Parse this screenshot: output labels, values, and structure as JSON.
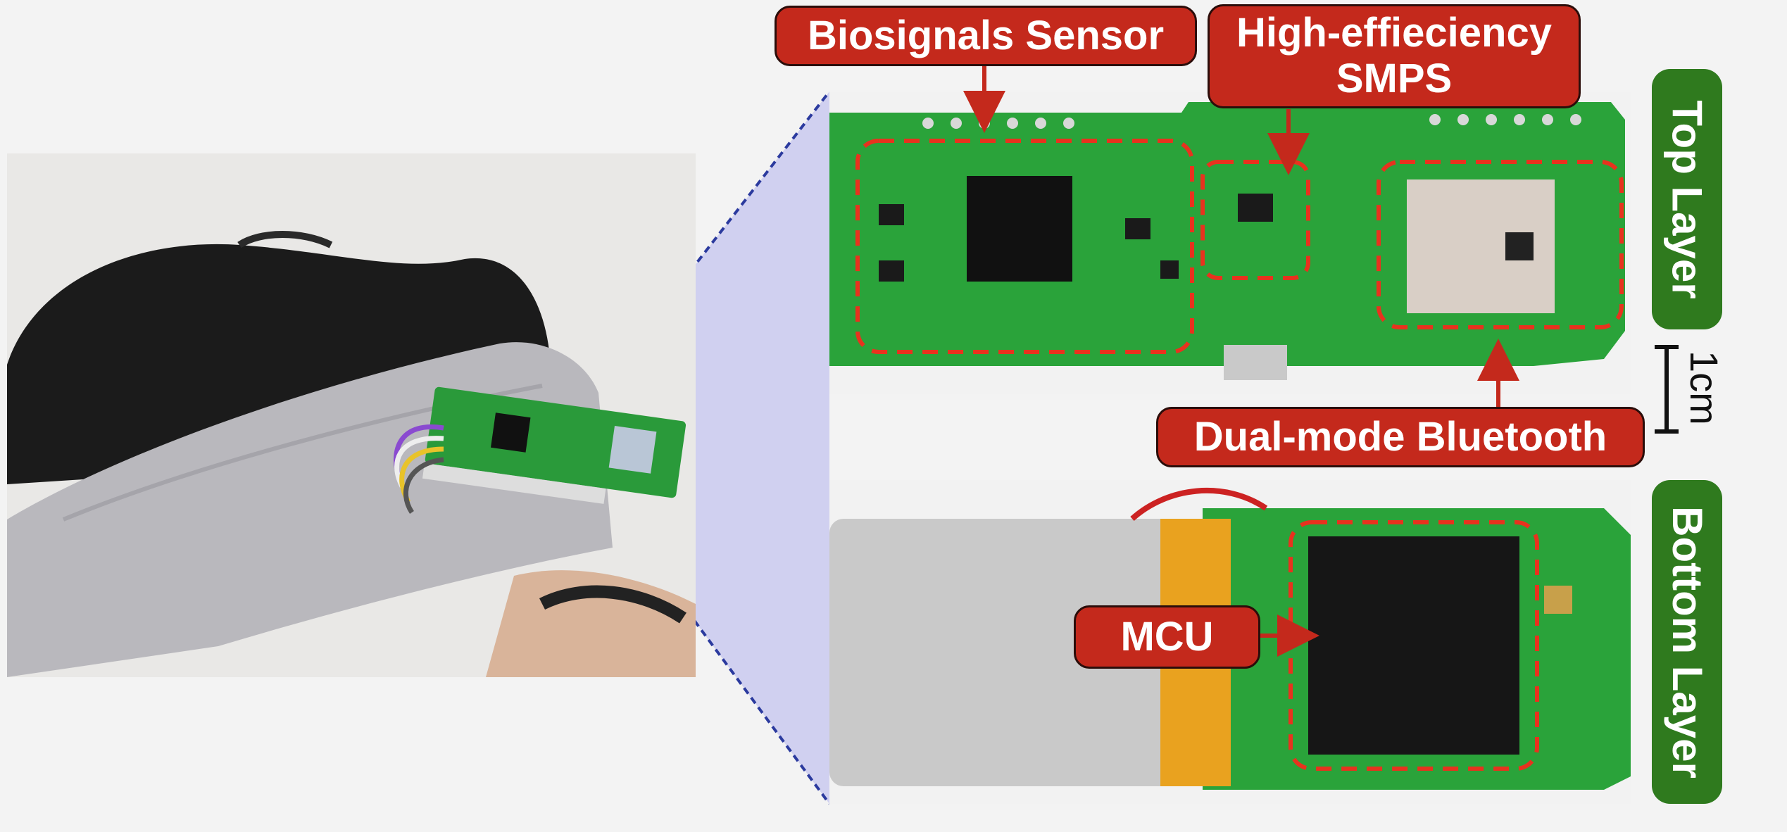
{
  "labels": {
    "biosignals": "Biosignals Sensor",
    "smps_line1": "High-effieciency",
    "smps_line2": "SMPS",
    "bluetooth": "Dual-mode Bluetooth",
    "mcu": "MCU"
  },
  "layers": {
    "top": "Top Layer",
    "bottom": "Bottom Layer"
  },
  "scale_bar": "1cm",
  "colors": {
    "label_red": "#c4291c",
    "tab_green": "#2f7a1e",
    "pcb_green": "#2aa33a",
    "highlight_dash": "#e8321e",
    "zoom_blue": "#2b3a9e"
  }
}
